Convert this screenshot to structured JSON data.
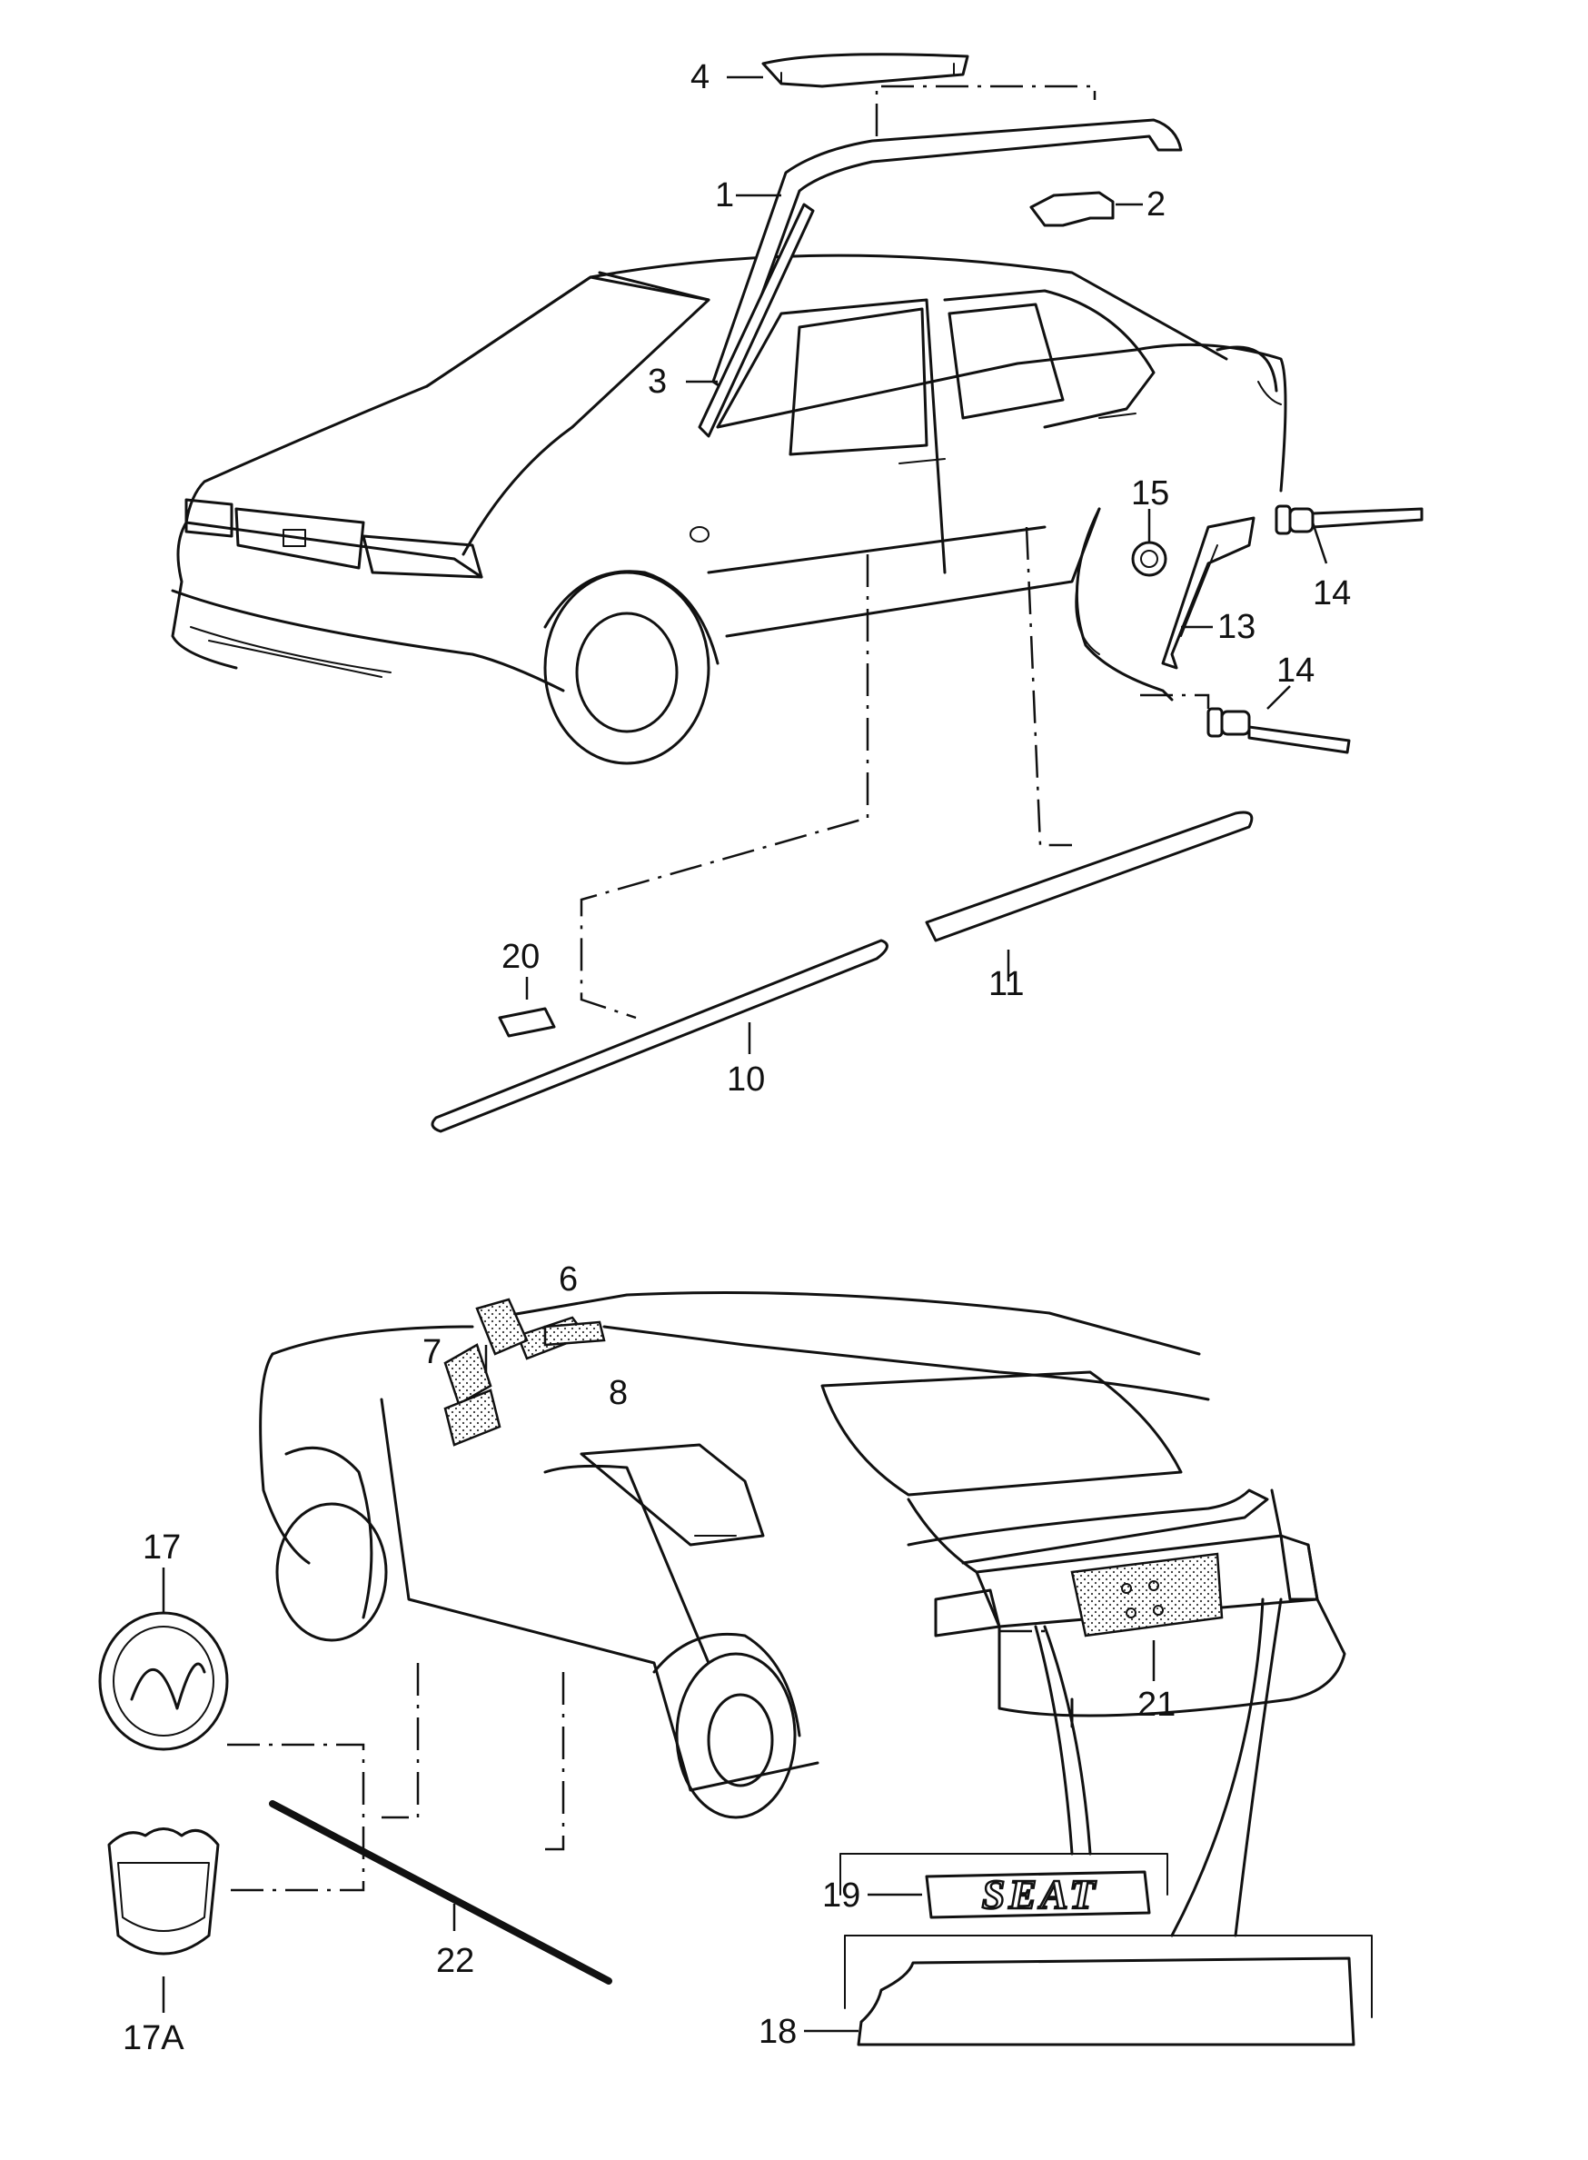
{
  "labels": {
    "l1": "1",
    "l2": "2",
    "l3": "3",
    "l4": "4",
    "l6": "6",
    "l7": "7",
    "l8": "8",
    "l10": "10",
    "l11": "11",
    "l13": "13",
    "l14a": "14",
    "l14b": "14",
    "l15": "15",
    "l17": "17",
    "l17a": "17A",
    "l18": "18",
    "l19": "19",
    "l20": "20",
    "l21": "21",
    "l22": "22"
  },
  "logo_text": "SEAT"
}
